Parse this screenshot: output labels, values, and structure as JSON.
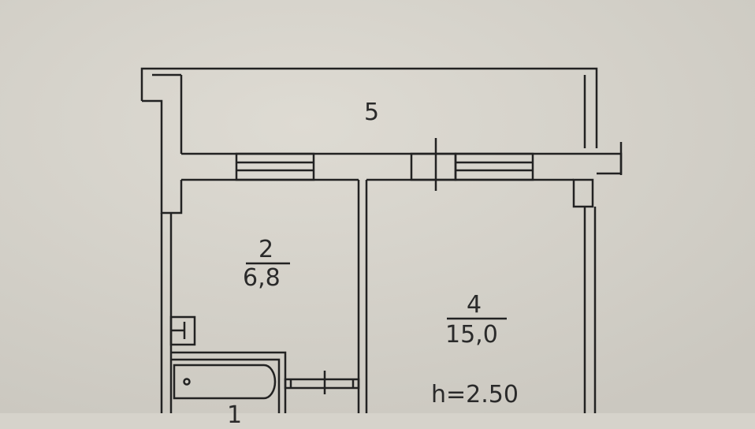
{
  "rooms": [
    {
      "number": "5"
    },
    {
      "number": "2",
      "area": "6,8"
    },
    {
      "number": "4",
      "area": "15,0"
    },
    {
      "number": "1"
    }
  ],
  "ceiling_height": "h=2.50",
  "colors": {
    "paper": "#d6d3cb",
    "line": "#222222"
  }
}
